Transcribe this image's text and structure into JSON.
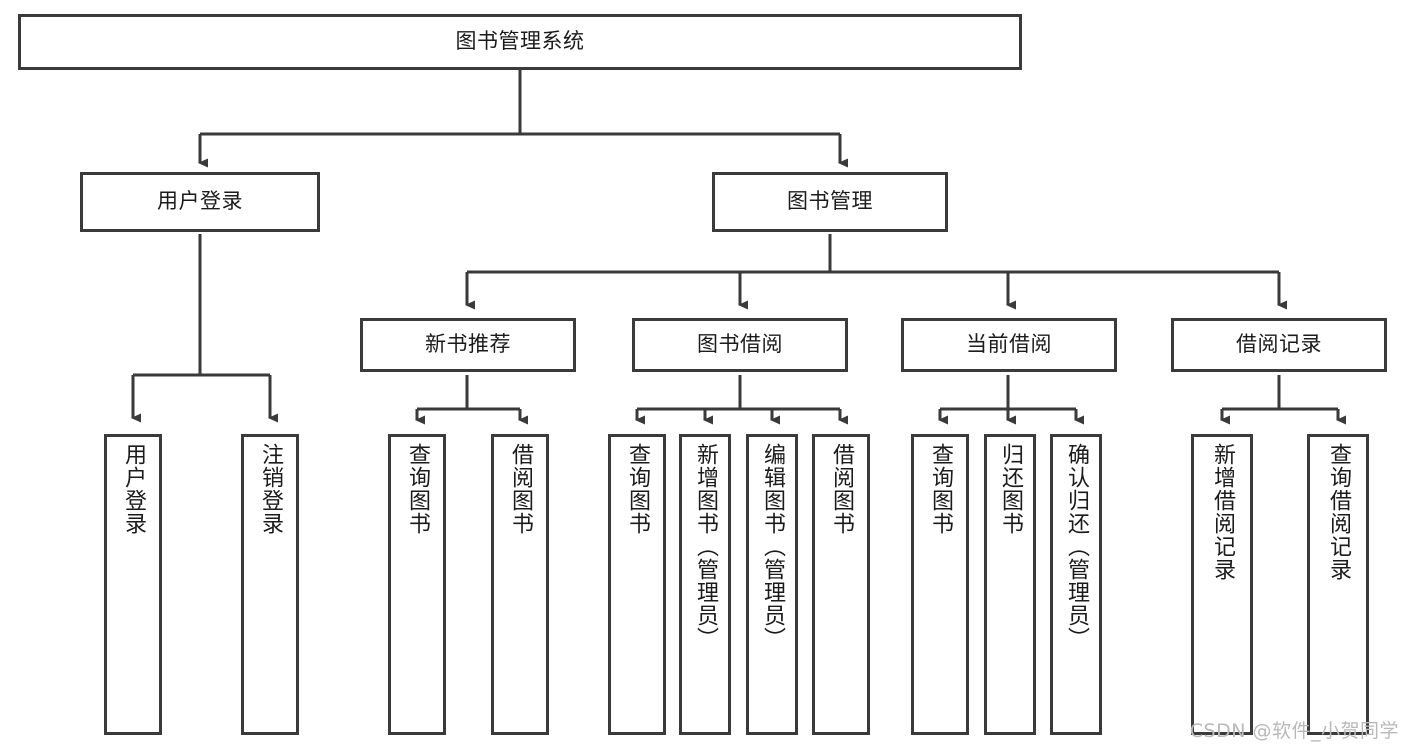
{
  "diagram": {
    "type": "tree",
    "title": "图书管理系统",
    "root": {
      "label": "图书管理系统"
    },
    "level2": [
      {
        "label": "用户登录"
      },
      {
        "label": "图书管理"
      }
    ],
    "level3": [
      {
        "label": "新书推荐"
      },
      {
        "label": "图书借阅"
      },
      {
        "label": "当前借阅"
      },
      {
        "label": "借阅记录"
      }
    ],
    "leaves": {
      "user_login": [
        {
          "label": "用户登录"
        },
        {
          "label": "注销登录"
        }
      ],
      "new_book_recommend": [
        {
          "label": "查询图书"
        },
        {
          "label": "借阅图书"
        }
      ],
      "book_borrow": [
        {
          "label": "查询图书"
        },
        {
          "label": "新增图书（管理员）"
        },
        {
          "label": "编辑图书（管理员）"
        },
        {
          "label": "借阅图书"
        }
      ],
      "current_borrow": [
        {
          "label": "查询图书"
        },
        {
          "label": "归还图书"
        },
        {
          "label": "确认归还（管理员）"
        }
      ],
      "borrow_record": [
        {
          "label": "新增借阅记录"
        },
        {
          "label": "查询借阅记录"
        }
      ]
    }
  },
  "watermark": {
    "text": "CSDN @软件_小贺同学"
  },
  "colors": {
    "stroke": "#3a3a3a",
    "background": "#ffffff",
    "text": "#1b1b1b",
    "watermark": "#b9b9b9"
  }
}
